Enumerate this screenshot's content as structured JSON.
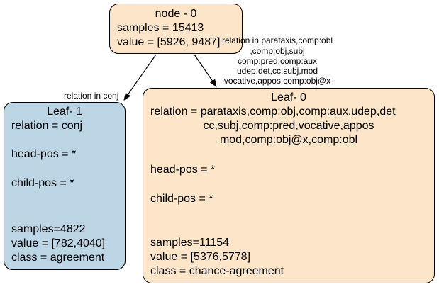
{
  "root": {
    "title": "node - 0",
    "samples": "samples = 15413",
    "value": "value = [5926, 9487]"
  },
  "edges": {
    "left_label": "relation in conj",
    "right_label": [
      "relation in parataxis,comp:obl",
      ",comp:obj,subj",
      "comp:pred,comp:aux",
      "udep,det,cc,subj,mod",
      "vocative,appos,comp:obj@x"
    ]
  },
  "leaf1": {
    "title": "Leaf- 1",
    "relation": "relation = conj",
    "head_pos": "head-pos = *",
    "child_pos": "child-pos = *",
    "samples": "samples=4822",
    "value": "value = [782,4040]",
    "class": "class = agreement"
  },
  "leaf0": {
    "title": "Leaf- 0",
    "relation": [
      "relation = parataxis,comp:obj,comp:aux,udep,det",
      "cc,subj,comp:pred,vocative,appos",
      "mod,comp:obj@x,comp:obl"
    ],
    "head_pos": "head-pos = *",
    "child_pos": "child-pos = *",
    "samples": "samples=11154",
    "value": "value = [5376,5778]",
    "class": "class = chance-agreement"
  }
}
